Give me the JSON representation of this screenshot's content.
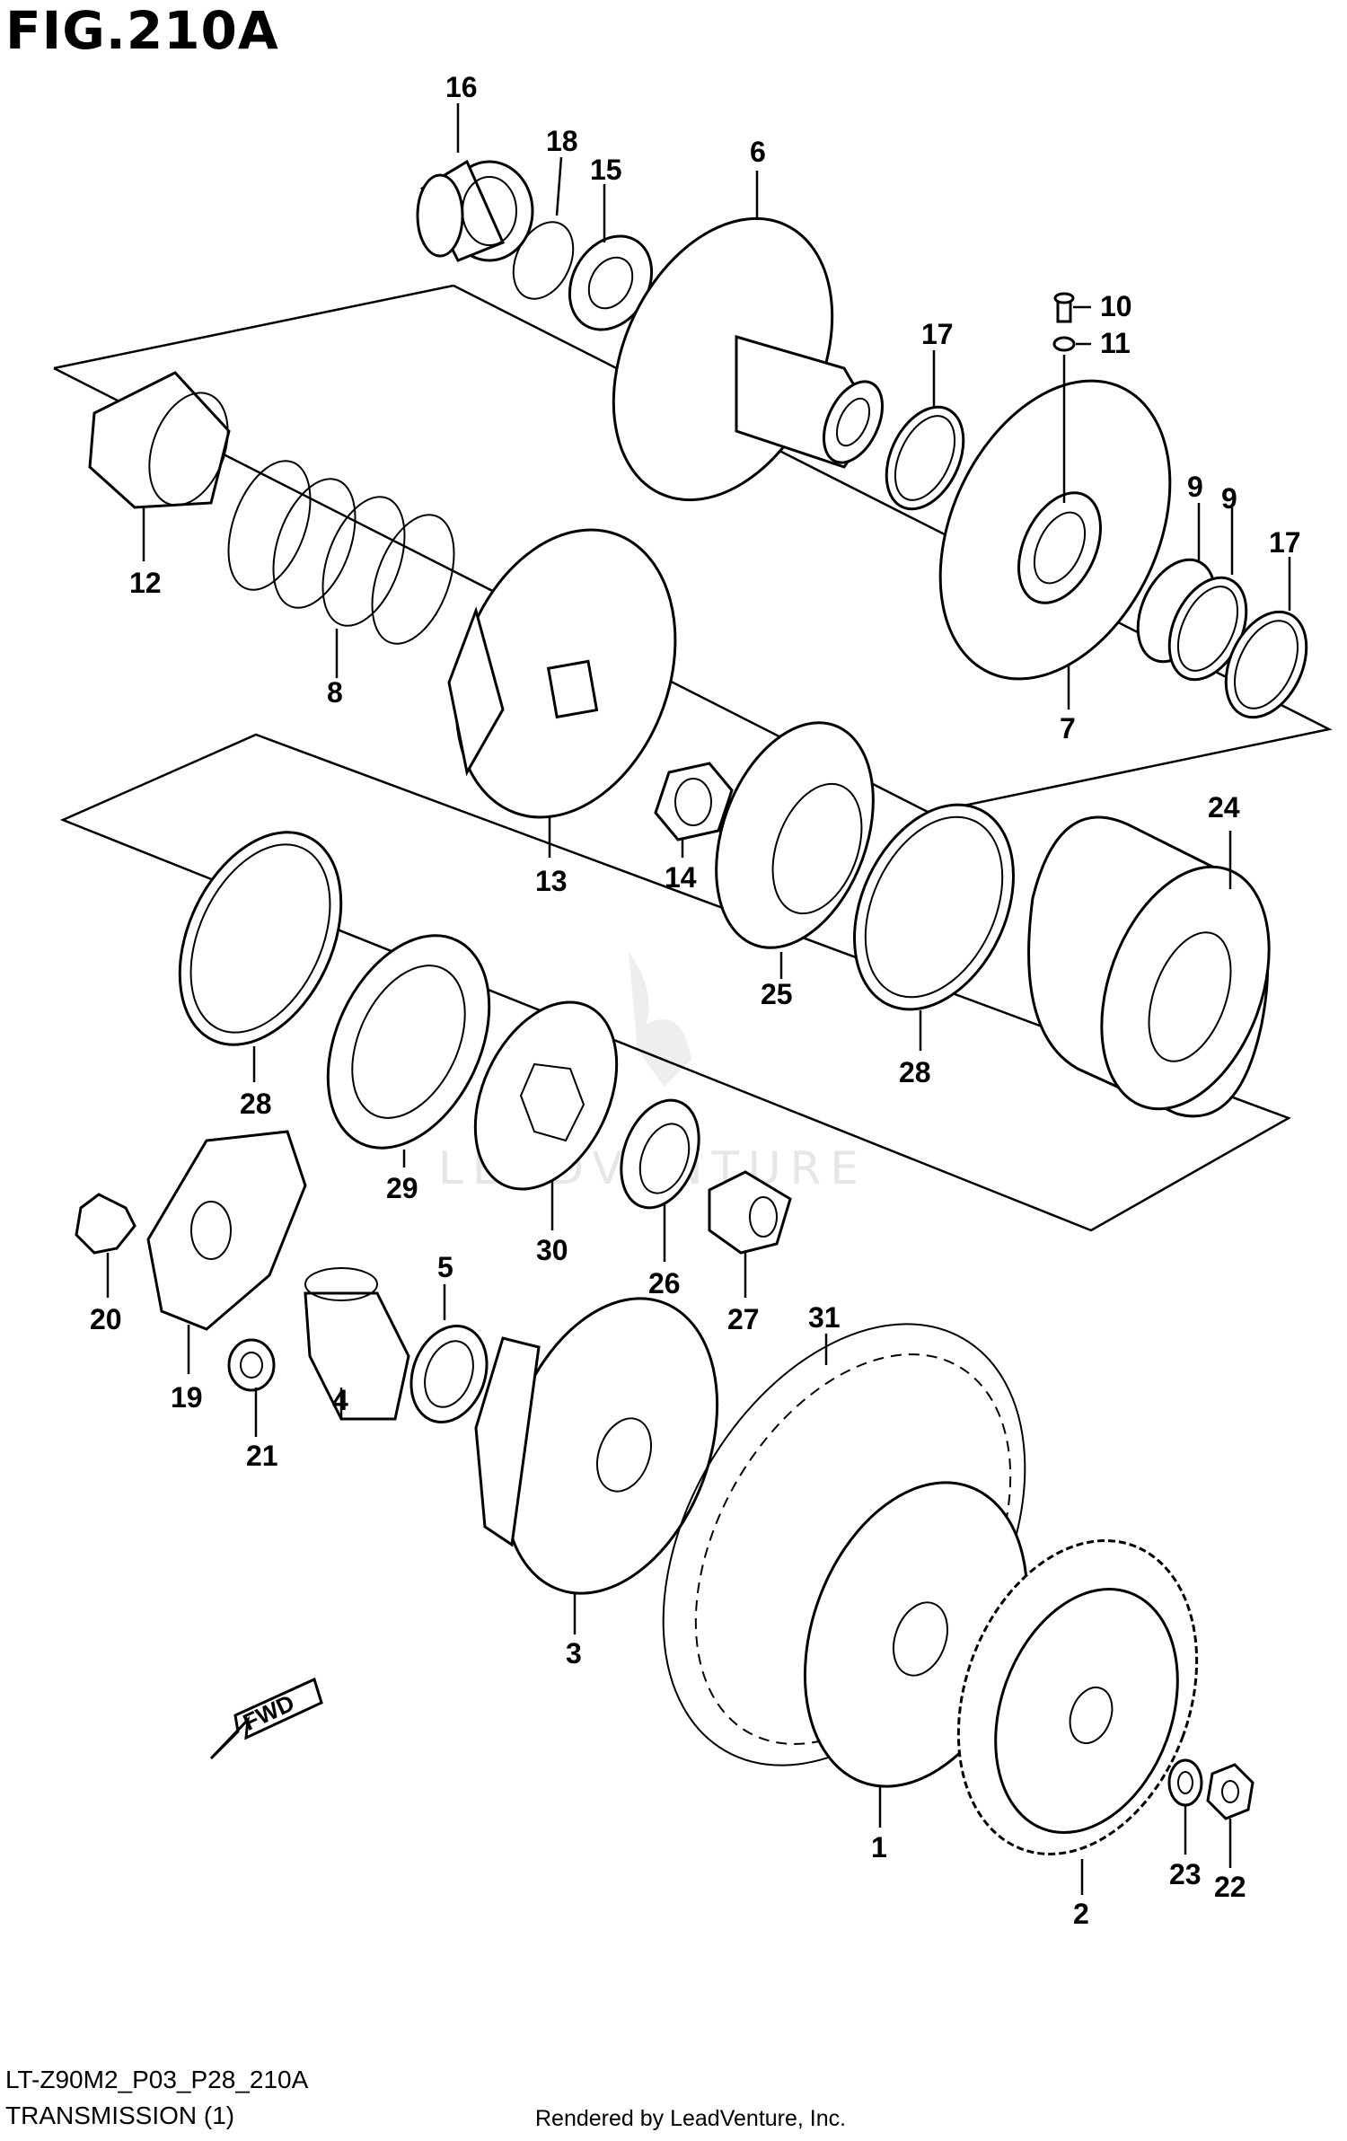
{
  "figure": {
    "title": "FIG.210A",
    "code": "LT-Z90M2_P03_P28_210A",
    "subtitle": "TRANSMISSION (1)",
    "rendered_by": "Rendered by LeadVenture, Inc.",
    "watermark": "LEADVENTURE",
    "fwd_label": "FWD"
  },
  "callouts": {
    "c1": "1",
    "c2": "2",
    "c3": "3",
    "c4": "4",
    "c5": "5",
    "c6": "6",
    "c7": "7",
    "c8": "8",
    "c9a": "9",
    "c9b": "9",
    "c10": "10",
    "c11": "11",
    "c12": "12",
    "c13": "13",
    "c14": "14",
    "c15": "15",
    "c16": "16",
    "c17a": "17",
    "c17b": "17",
    "c18": "18",
    "c19": "19",
    "c20": "20",
    "c21": "21",
    "c22": "22",
    "c23": "23",
    "c24": "24",
    "c25": "25",
    "c26": "26",
    "c27": "27",
    "c28a": "28",
    "c28b": "28",
    "c29": "29",
    "c30": "30",
    "c31": "31"
  }
}
